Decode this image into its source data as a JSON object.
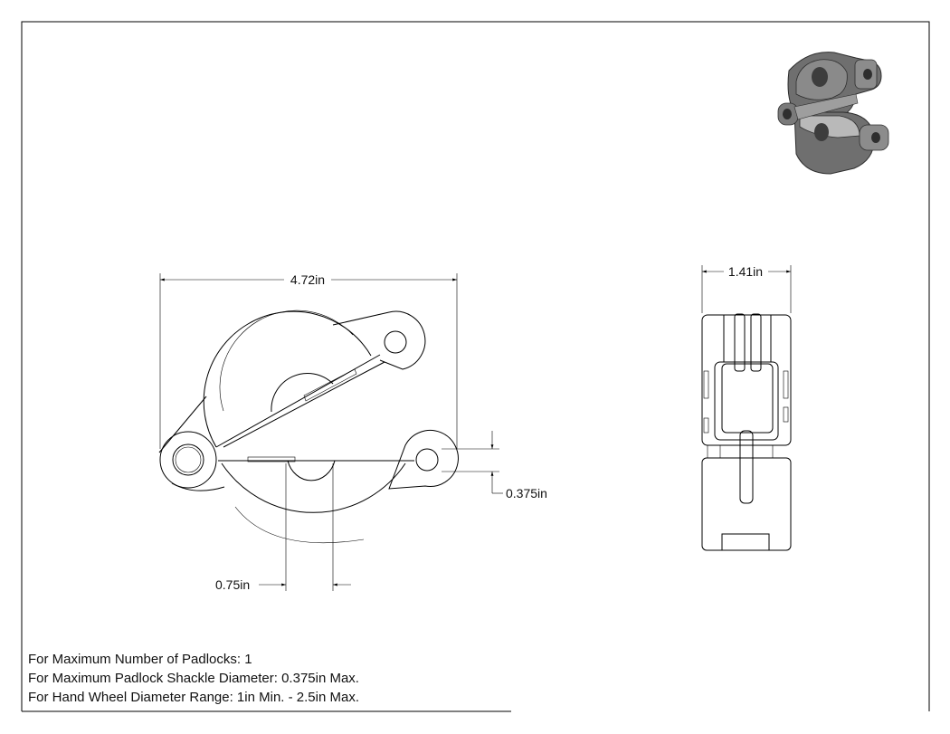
{
  "dimensions": {
    "overall_width": "4.72in",
    "side_width": "1.41in",
    "shackle_hole": "0.375in",
    "center_bore": "0.75in"
  },
  "specs": [
    "For Maximum Number of Padlocks: 1",
    "For Maximum Padlock Shackle Diameter: 0.375in Max.",
    "For Hand Wheel Diameter Range: 1in Min. - 2.5in Max."
  ],
  "colors": {
    "line": "#000000",
    "iso_body": "#6f6f6f",
    "iso_dark": "#3d3d3d",
    "iso_light": "#b9b9b9"
  }
}
